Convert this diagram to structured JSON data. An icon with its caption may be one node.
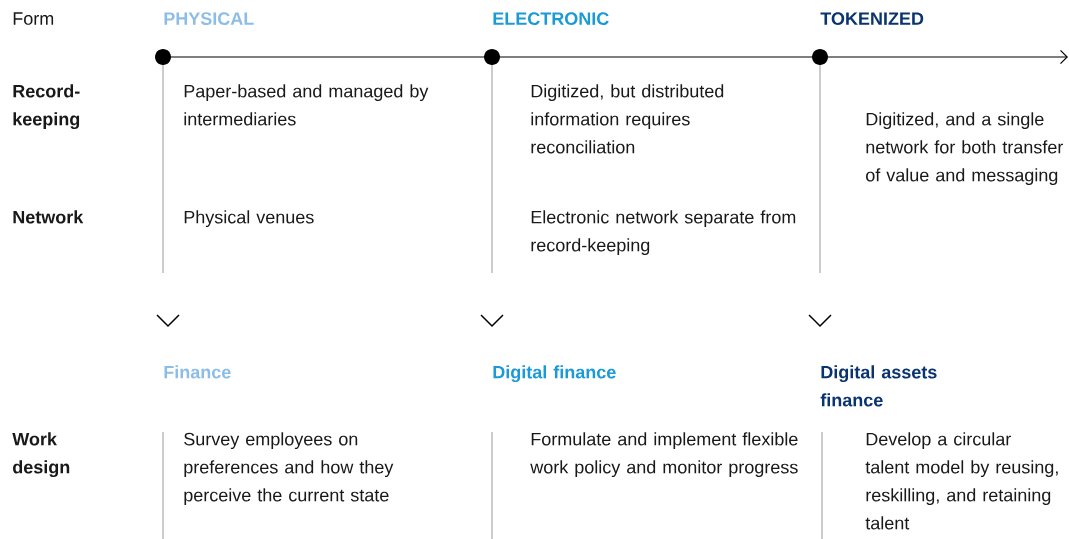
{
  "diagram": {
    "labels": [
      "Form",
      "PHYSICAL",
      "ELECTRONIC",
      "TOKENIZED",
      "Record-keeping",
      "Paper-based and managed by intermediaries",
      "Digitized, but distributed information requires reconciliation",
      "Digitized, and a single network for both transfer of value and messaging",
      "Network",
      "Physical venues",
      "Electronic network separate from record-keeping",
      "Finance",
      "Digital finance",
      "Digital assets finance",
      "Work design",
      "Survey employees on preferences and how they perceive the current state",
      "Formulate and implement flexible work policy and monitor progress",
      "Develop a circular talent model by reusing, reskilling, and retaining talent"
    ]
  }
}
